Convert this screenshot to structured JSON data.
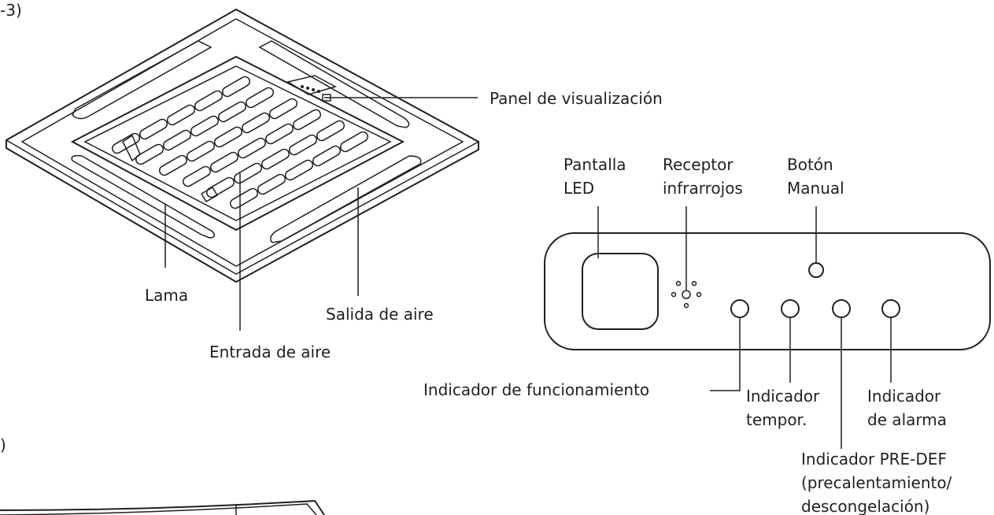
{
  "fragments": {
    "top": "-3)",
    "left": ")"
  },
  "labels": {
    "display_panel": "Panel de visualización",
    "led_screen": [
      "Pantalla",
      "LED"
    ],
    "ir_receiver": [
      "Receptor",
      "infrarrojos"
    ],
    "manual_button": [
      "Botón",
      "Manual"
    ],
    "louver": "Lama",
    "air_outlet": "Salida de aire",
    "air_inlet": "Entrada de aire",
    "run_indicator": "Indicador de funcionamiento",
    "timer_indicator": [
      "Indicador",
      "tempor."
    ],
    "alarm_indicator": [
      "Indicador",
      "de alarma"
    ],
    "predef_indicator": [
      "Indicador PRE-DEF",
      "(precalentamiento/",
      "descongelación)"
    ]
  }
}
